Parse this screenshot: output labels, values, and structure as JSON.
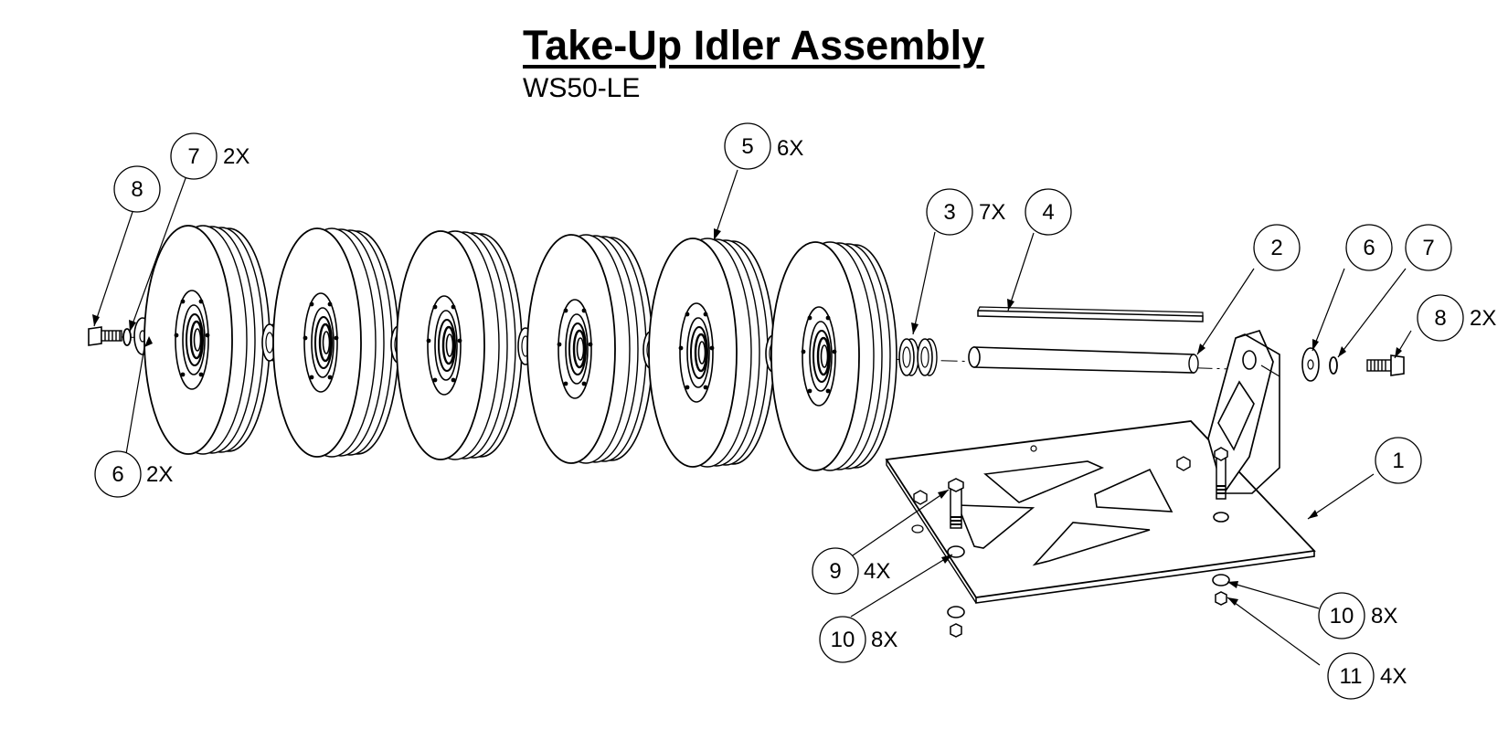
{
  "title": "Take-Up Idler Assembly",
  "subtitle": "WS50-LE",
  "callouts": [
    {
      "number": "8",
      "qty": ""
    },
    {
      "number": "7",
      "qty": "2X"
    },
    {
      "number": "6",
      "qty": "2X"
    },
    {
      "number": "5",
      "qty": "6X"
    },
    {
      "number": "3",
      "qty": "7X"
    },
    {
      "number": "4",
      "qty": ""
    },
    {
      "number": "2",
      "qty": ""
    },
    {
      "number": "6",
      "qty": ""
    },
    {
      "number": "7",
      "qty": ""
    },
    {
      "number": "8",
      "qty": "2X"
    },
    {
      "number": "1",
      "qty": ""
    },
    {
      "number": "9",
      "qty": "4X"
    },
    {
      "number": "10",
      "qty": "8X"
    },
    {
      "number": "10",
      "qty": "8X"
    },
    {
      "number": "11",
      "qty": "4X"
    }
  ]
}
